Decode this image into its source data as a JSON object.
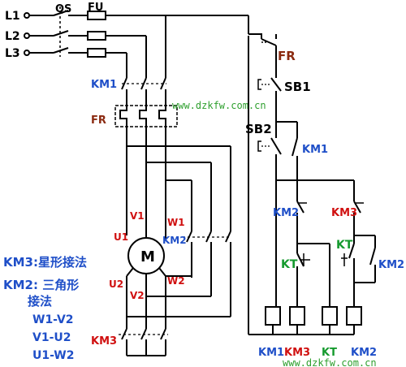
{
  "colors": {
    "wire": "#000000",
    "blue": "#1f4fc8",
    "red": "#d01010",
    "green": "#159a2e",
    "brown": "#8b2a10",
    "watermark": "#2fa02f"
  },
  "lines": {
    "l1": "L1",
    "l2": "L2",
    "l3": "L3"
  },
  "top_labels": {
    "qs": "QS",
    "fu": "FU"
  },
  "power": {
    "km1": "KM1",
    "fr": "FR",
    "u1": "U1",
    "v1": "V1",
    "w1": "W1",
    "u2": "U2",
    "v2": "V2",
    "w2": "W2",
    "motor": "M",
    "km2": "KM2",
    "km3": "KM3"
  },
  "legend": {
    "line1": "KM3:星形接法",
    "line2": "KM2: 三角形",
    "line3": "接法",
    "line4": "W1-V2",
    "line5": "V1-U2",
    "line6": "U1-W2"
  },
  "control": {
    "fr": "FR",
    "sb1": "SB1",
    "sb2": "SB2",
    "km1_aux": "KM1",
    "km2_nc": "KM2",
    "km3_nc": "KM3",
    "kt_nc": "KT",
    "kt_no": "KT",
    "km2_hold": "KM2",
    "coil_km1": "KM1",
    "coil_km3": "KM3",
    "coil_kt": "KT",
    "coil_km2": "KM2"
  },
  "watermark": "www.dzkfw.com.cn"
}
